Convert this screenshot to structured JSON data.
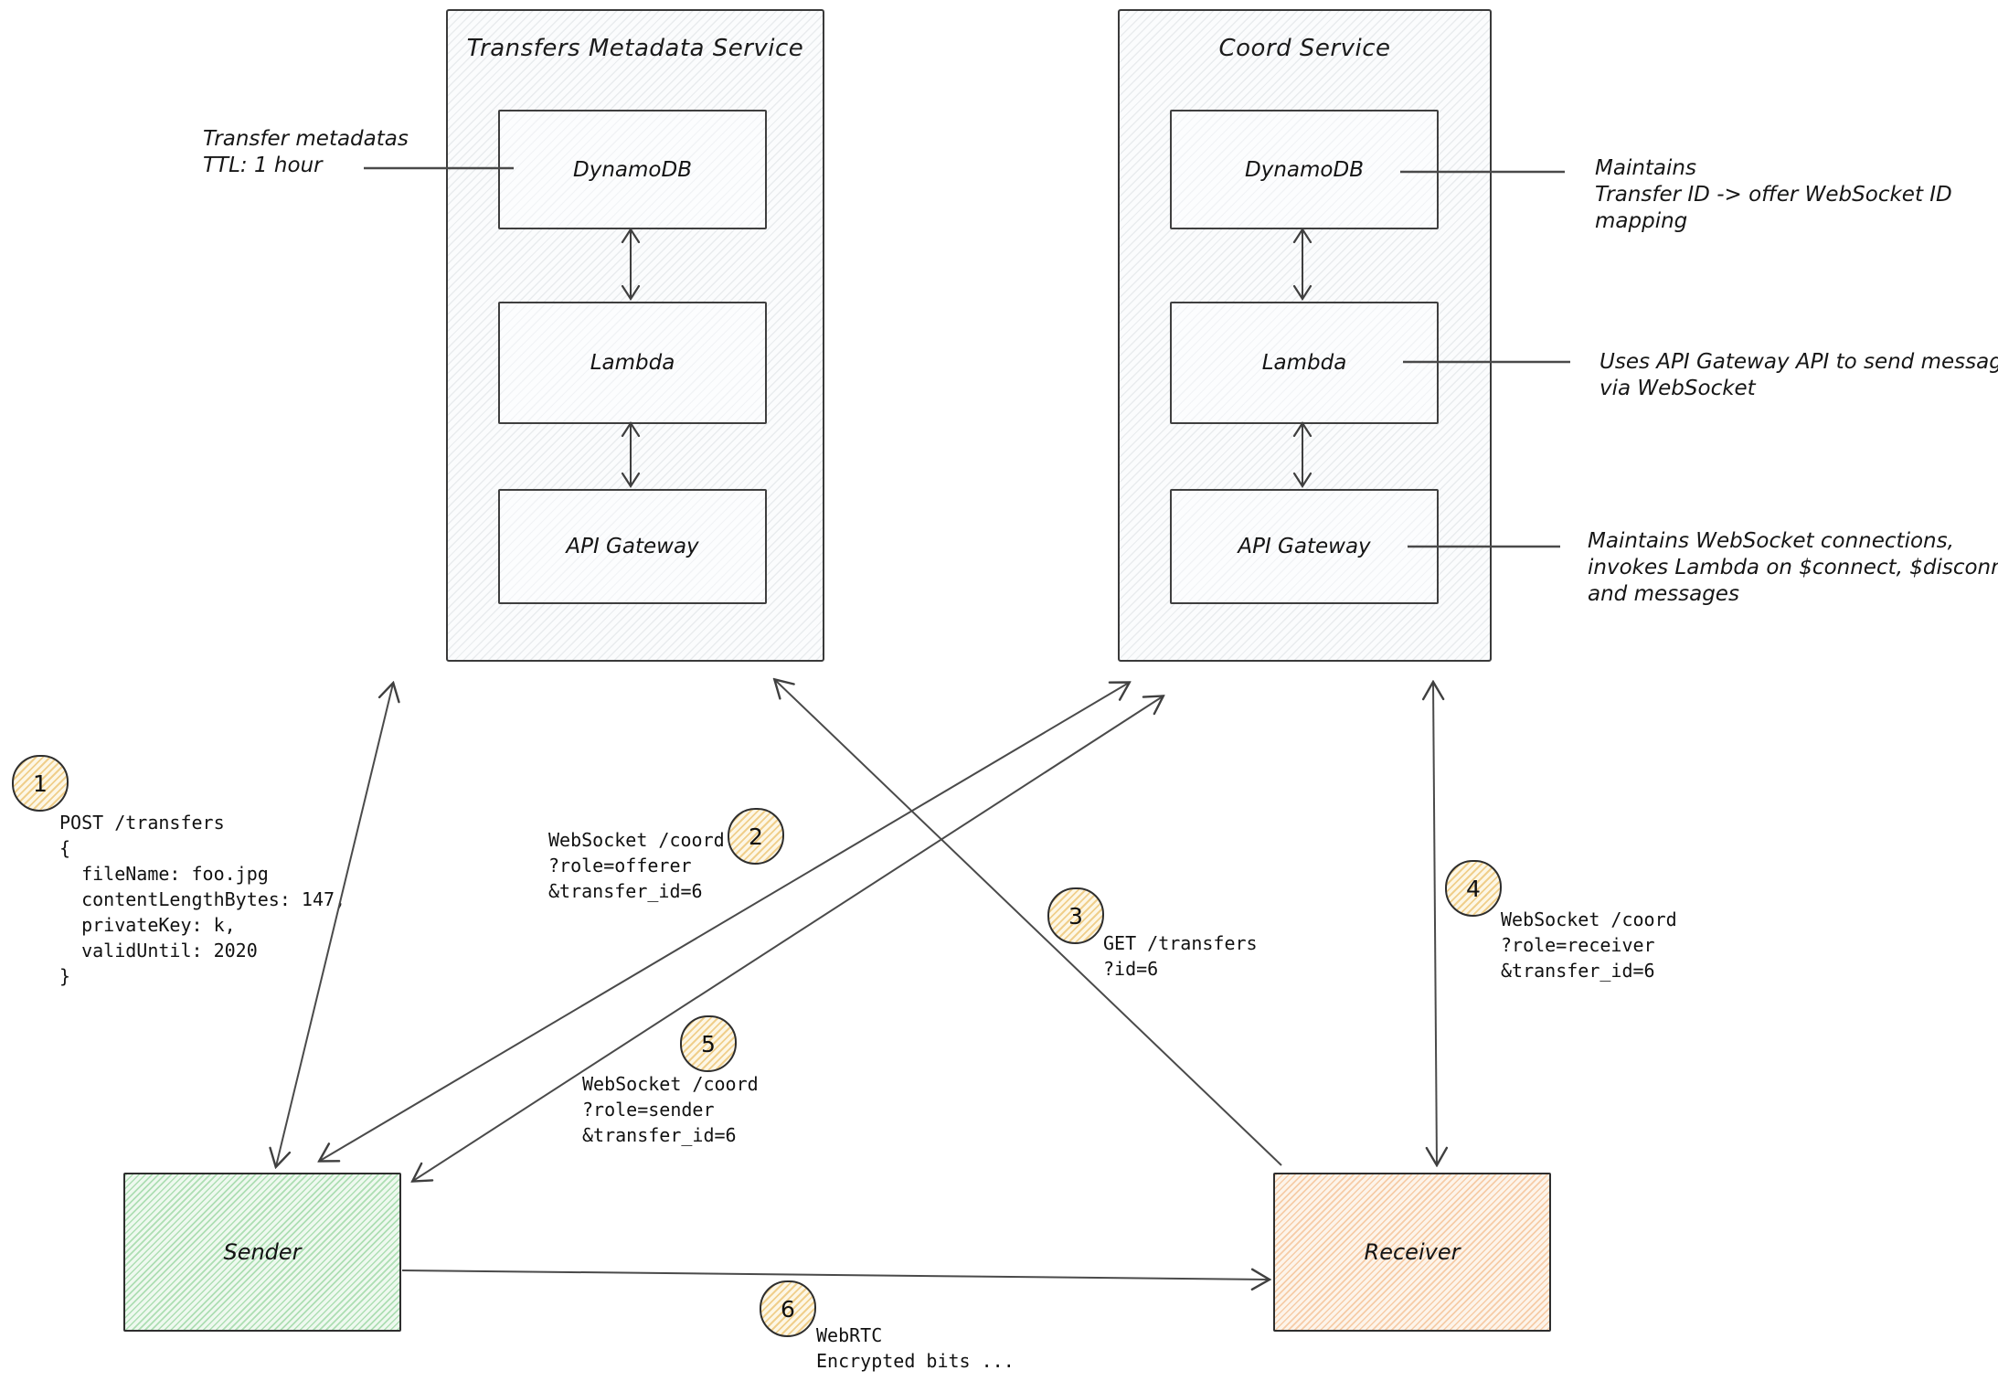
{
  "colors": {
    "ink": "#2e2e2e",
    "arrow": "#4a4a4a",
    "sender_fill": "#bfe5c4",
    "receiver_fill": "#f5c59a",
    "badge_fill": "#eec96f"
  },
  "services": [
    {
      "title": "Transfers Metadata Service",
      "components": [
        {
          "label": "DynamoDB"
        },
        {
          "label": "Lambda"
        },
        {
          "label": "API Gateway"
        }
      ]
    },
    {
      "title": "Coord Service",
      "components": [
        {
          "label": "DynamoDB"
        },
        {
          "label": "Lambda"
        },
        {
          "label": "API Gateway"
        }
      ]
    }
  ],
  "actors": [
    {
      "label": "Sender"
    },
    {
      "label": "Receiver"
    }
  ],
  "annotations": [
    {
      "id": "ttl",
      "text": "Transfer metadatas\nTTL: 1 hour"
    },
    {
      "id": "mapping",
      "text": "Maintains\nTransfer ID -> offer WebSocket ID\nmapping"
    },
    {
      "id": "gateway-api",
      "text": "Uses API Gateway API to send messages\nvia WebSocket"
    },
    {
      "id": "ws-connections",
      "text": "Maintains WebSocket connections,\ninvokes Lambda on $connect, $disconnect\nand messages"
    }
  ],
  "steps": [
    {
      "n": "1",
      "text": "POST /transfers\n{\n  fileName: foo.jpg\n  contentLengthBytes: 147,\n  privateKey: k,\n  validUntil: 2020\n}"
    },
    {
      "n": "2",
      "text": "WebSocket /coord\n?role=offerer\n&transfer_id=6"
    },
    {
      "n": "3",
      "text": "GET /transfers\n?id=6"
    },
    {
      "n": "4",
      "text": "WebSocket /coord\n?role=receiver\n&transfer_id=6"
    },
    {
      "n": "5",
      "text": "WebSocket /coord\n?role=sender\n&transfer_id=6"
    },
    {
      "n": "6",
      "text": "WebRTC\nEncrypted bits ..."
    }
  ]
}
